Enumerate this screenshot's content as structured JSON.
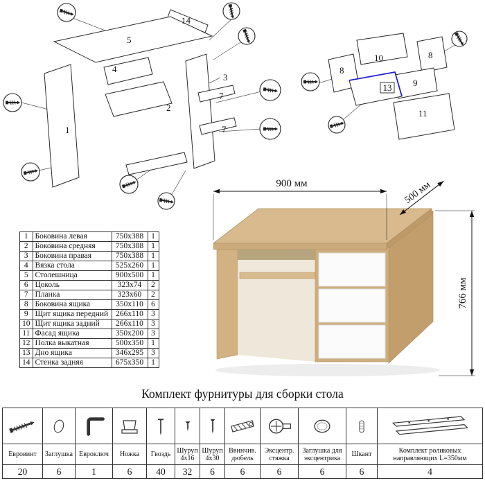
{
  "hardware": {
    "title": "Комплект фурнитуры для сборки стола",
    "items": [
      {
        "name": "Евровинт",
        "qty": "20",
        "icon": "confirmat-screw-icon"
      },
      {
        "name": "Заглушка",
        "qty": "6",
        "icon": "plug-cap-icon"
      },
      {
        "name": "Евроключ",
        "qty": "1",
        "icon": "hex-key-icon"
      },
      {
        "name": "Ножка",
        "qty": "6",
        "icon": "leg-icon"
      },
      {
        "name": "Гвоздь",
        "qty": "40",
        "icon": "nail-icon"
      },
      {
        "name": "Шуруп 4x16",
        "qty": "32",
        "icon": "screw-4x16-icon"
      },
      {
        "name": "Шуруп 4x30",
        "qty": "6",
        "icon": "screw-4x30-icon"
      },
      {
        "name": "Ввинчив. дюбель",
        "qty": "6",
        "icon": "screw-in-dowel-icon"
      },
      {
        "name": "Эксцентр. стяжка",
        "qty": "6",
        "icon": "eccentric-cam-icon"
      },
      {
        "name": "Заглушка для эксцентрика",
        "qty": "6",
        "icon": "cam-cover-icon"
      },
      {
        "name": "Шкант",
        "qty": "6",
        "icon": "wooden-dowel-icon"
      },
      {
        "name": "Комплект роликовых направляющих L=350мм",
        "qty": "4",
        "icon": "drawer-slides-icon"
      }
    ]
  },
  "parts": {
    "rows": [
      {
        "n": "1",
        "name": "Боковина левая",
        "size": "750x388",
        "qty": "1"
      },
      {
        "n": "2",
        "name": "Боковина средняя",
        "size": "750x388",
        "qty": "1"
      },
      {
        "n": "3",
        "name": "Боковина правая",
        "size": "750x388",
        "qty": "1"
      },
      {
        "n": "4",
        "name": "Вязка стола",
        "size": "525x260",
        "qty": "1"
      },
      {
        "n": "5",
        "name": "Столешница",
        "size": "900x500",
        "qty": "1"
      },
      {
        "n": "6",
        "name": "Цоколь",
        "size": "323x74",
        "qty": "2"
      },
      {
        "n": "7",
        "name": "Планка",
        "size": "323x60",
        "qty": "2"
      },
      {
        "n": "8",
        "name": "Боковина ящика",
        "size": "350x110",
        "qty": "6"
      },
      {
        "n": "9",
        "name": "Щит ящика передний",
        "size": "266x110",
        "qty": "3"
      },
      {
        "n": "10",
        "name": "Щит ящика задний",
        "size": "266x110",
        "qty": "3"
      },
      {
        "n": "11",
        "name": "Фасад ящика",
        "size": "350x200",
        "qty": "3"
      },
      {
        "n": "12",
        "name": "Полка выкатная",
        "size": "500x350",
        "qty": "1"
      },
      {
        "n": "13",
        "name": "Дно ящика",
        "size": "346x295",
        "qty": "3"
      },
      {
        "n": "14",
        "name": "Стенка задняя",
        "size": "675x350",
        "qty": "1"
      }
    ]
  },
  "desk": {
    "dim_width": "900 мм",
    "dim_depth": "500 мм",
    "dim_height": "766 мм"
  },
  "diagram_main": {
    "labels": {
      "p1": "1",
      "p2": "2",
      "p3": "3",
      "p4": "4",
      "p5": "5",
      "p7a": "7",
      "p7b": "7",
      "p14": "14"
    }
  },
  "diagram_drawer": {
    "labels": {
      "p8a": "8",
      "p8b": "8",
      "p9": "9",
      "p10": "10",
      "p11": "11",
      "p13": "13"
    }
  },
  "colors": {
    "oak": "#d8ba8e",
    "drawer_white": "#fbfbfb",
    "highlight_blue": "#1f1fd0"
  }
}
